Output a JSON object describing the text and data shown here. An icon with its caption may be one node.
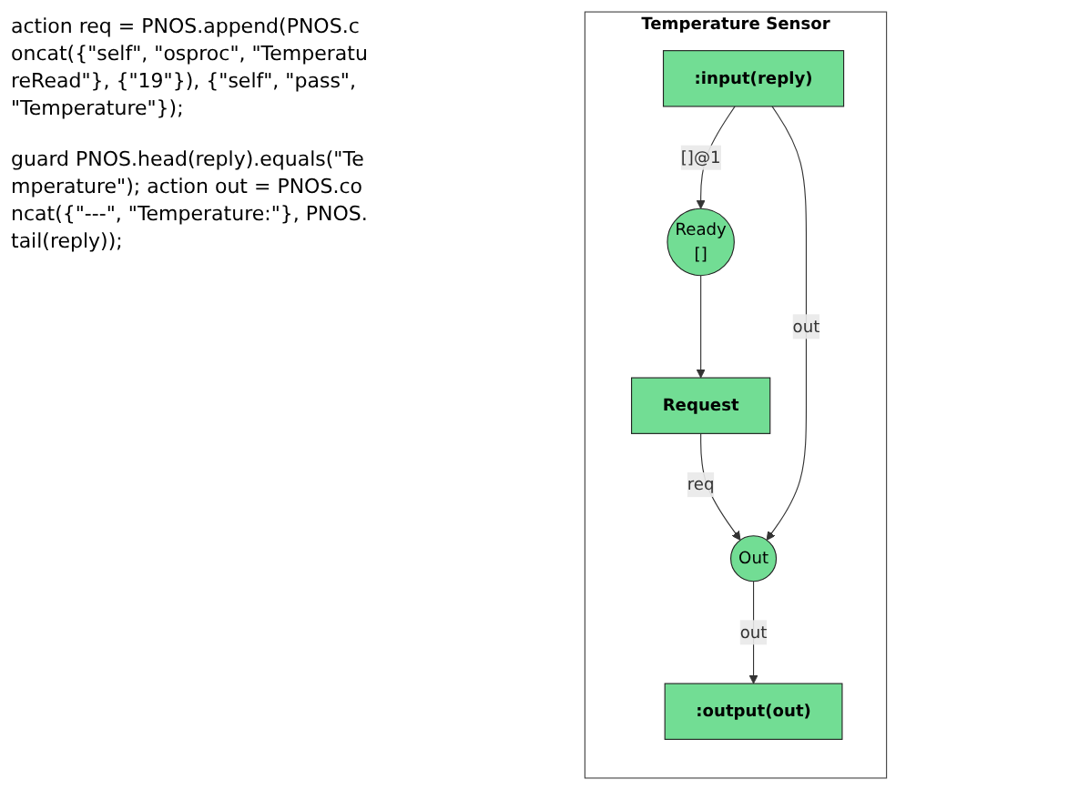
{
  "diagram": {
    "nodes": [
      {
        "text": [
          "Temperature Sensor"
        ]
      },
      {
        "text": [
          "Ready",
          "[]"
        ],
        "in": 0
      },
      {
        "text": [
          "Request"
        ],
        "in": 0
      },
      {
        "text": [
          ":input(reply)"
        ],
        "in": 0
      },
      {
        "text": [
          "Out"
        ],
        "in": 0
      },
      {
        "text": [
          ":output(out)"
        ],
        "in": 0
      }
    ],
    "edges": [
      {
        "from": 3,
        "to": 1,
        "arrow": "to",
        "label": "[]@1"
      },
      {
        "from": 1,
        "to": 2,
        "arrow": "to"
      },
      {
        "from": 2,
        "to": 4,
        "arrow": "to",
        "label": "req"
      },
      {
        "from": 3,
        "to": 4,
        "arrow": "to",
        "label": "out"
      },
      {
        "from": 4,
        "to": 5,
        "arrow": "to",
        "label": "out"
      }
    ],
    "labels": [
      "action req = PNOS.append(PNOS.concat({\"self\", \"osproc\", \"TemperatureRead\"}, {\"19\"}), {\"self\", \"pass\", \"Temperature\"});",
      "guard PNOS.head(reply).equals(\"Temperature\"); action out  = PNOS.concat({\"---\", \"Temperature:\"}, PNOS.tail(reply));"
    ]
  }
}
